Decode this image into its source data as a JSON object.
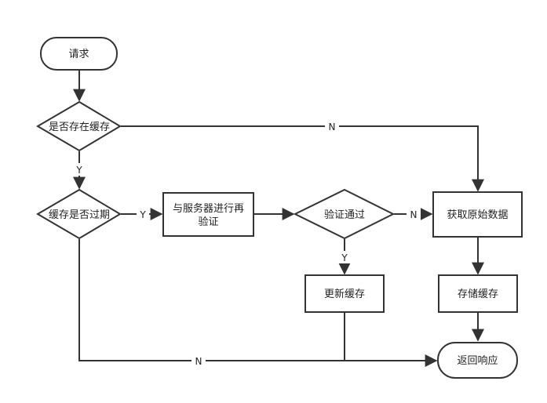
{
  "nodes": {
    "request": "请求",
    "has_cache": "是否存在缓存",
    "cache_expired": "缓存是否过期",
    "revalidate_line1": "与服务器进行再",
    "revalidate_line2": "验证",
    "validation_passed": "验证通过",
    "fetch_original": "获取原始数据",
    "update_cache": "更新缓存",
    "store_cache": "存储缓存",
    "return_response": "返回响应"
  },
  "edges": {
    "has_cache_no": "N",
    "has_cache_yes": "Y",
    "expired_yes": "Y",
    "validation_no": "N",
    "validation_yes": "Y",
    "expired_no": "N"
  },
  "colors": {
    "stroke": "#333333",
    "fill": "#ffffff",
    "text": "#222222"
  }
}
